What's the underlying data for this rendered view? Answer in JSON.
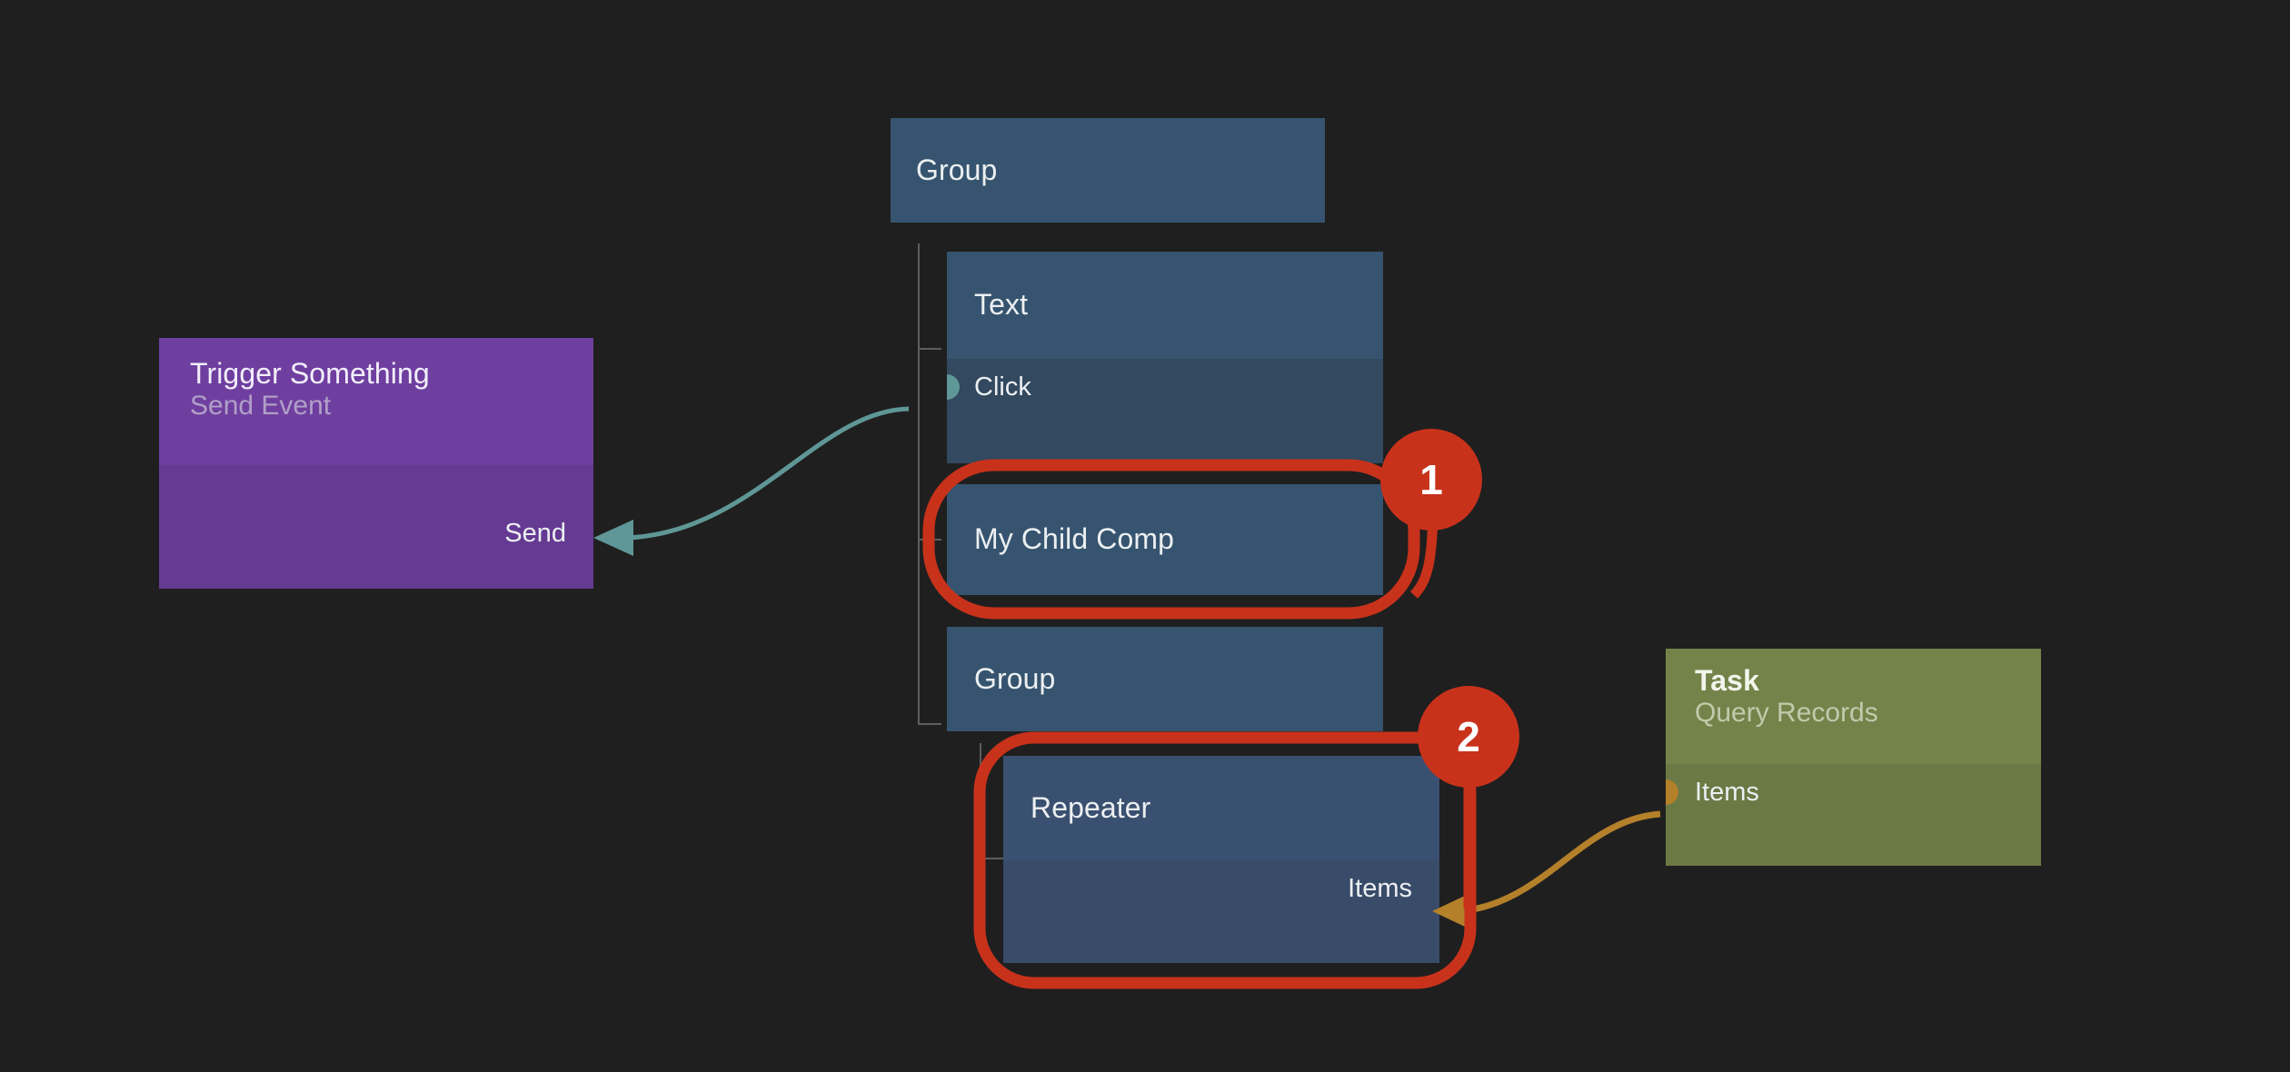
{
  "canvas": {
    "background_color": "#1f1f1f",
    "annotation_color": "#c8321b"
  },
  "tree": {
    "root": {
      "label": "Group"
    },
    "children": [
      {
        "label": "Text",
        "ports": [
          {
            "name": "Click",
            "direction": "output",
            "color": "#5f9796"
          }
        ]
      },
      {
        "label": "My Child Comp",
        "ports": []
      },
      {
        "label": "Group",
        "ports": []
      }
    ],
    "grandchildren": [
      {
        "label": "Repeater",
        "ports": [
          {
            "name": "Items",
            "direction": "input",
            "color": "#b4802a"
          }
        ]
      }
    ]
  },
  "nodes": {
    "trigger": {
      "title": "Trigger Something",
      "subtitle": "Send Event",
      "port_label": "Send",
      "color": "#6f3fa0"
    },
    "task": {
      "title": "Task",
      "subtitle": "Query Records",
      "port_label": "Items",
      "color": "#74834a"
    }
  },
  "connections": [
    {
      "from": "Click",
      "to": "Send",
      "color": "#5f9796"
    },
    {
      "from": "Items",
      "to": "Items",
      "color": "#b4802a"
    }
  ],
  "annotations": [
    {
      "number": "1",
      "target": "My Child Comp"
    },
    {
      "number": "2",
      "target": "Repeater"
    }
  ]
}
